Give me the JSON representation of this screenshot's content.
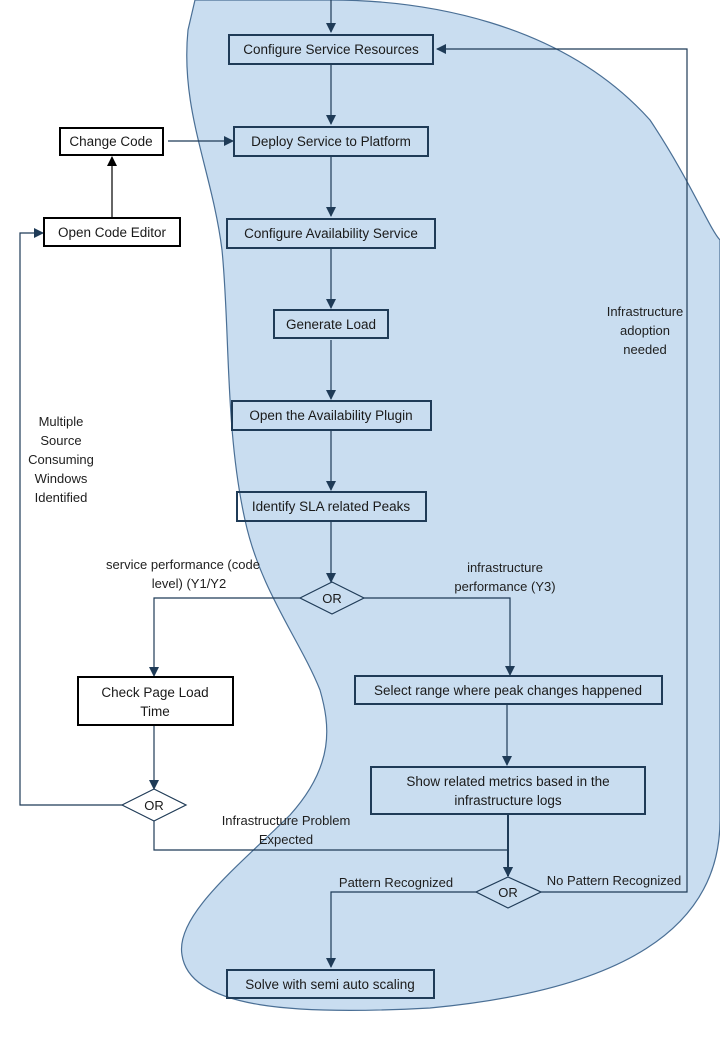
{
  "nodes": {
    "configure_resources": "Configure Service Resources",
    "change_code": "Change Code",
    "deploy": "Deploy Service to Platform",
    "open_editor": "Open Code Editor",
    "configure_availability": "Configure Availability Service",
    "generate_load": "Generate Load",
    "open_plugin": "Open the Availability Plugin",
    "identify_peaks": "Identify SLA related Peaks",
    "check_page_load": [
      "Check Page Load",
      "Time"
    ],
    "select_range": "Select range where peak changes happened",
    "show_metrics": [
      "Show related metrics based in the",
      "infrastructure logs"
    ],
    "solve": "Solve with  semi auto scaling"
  },
  "gates": {
    "or1": "OR",
    "or2": "OR",
    "or3": "OR"
  },
  "labels": {
    "infra_adoption": [
      "Infrastructure",
      "adoption",
      "needed"
    ],
    "multiple_source": [
      "Multiple",
      "Source",
      "Consuming",
      "Windows",
      "Identified"
    ],
    "service_performance": [
      "service performance  (code",
      "level) (Y1/Y2"
    ],
    "infra_performance": [
      "infrastructure",
      "performance  (Y3)"
    ],
    "infra_problem": [
      "Infrastructure Problem",
      "Expected"
    ],
    "pattern_recognized": "Pattern Recognized",
    "no_pattern": "No Pattern Recognized"
  },
  "colors": {
    "region_fill": "#c9ddf0",
    "region_stroke": "#4a6f95",
    "edge": "#1f3b57"
  }
}
